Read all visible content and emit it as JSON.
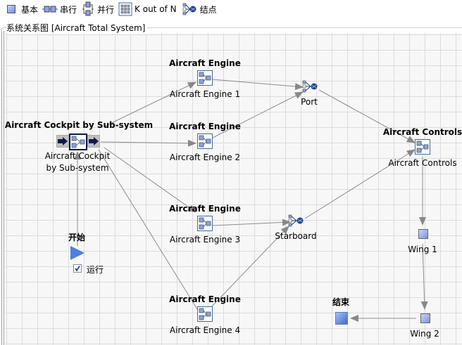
{
  "toolbar": {
    "items": [
      {
        "label": "基本",
        "icon": "basic-block-icon"
      },
      {
        "label": "串行",
        "icon": "series-icon"
      },
      {
        "label": "并行",
        "icon": "parallel-icon"
      },
      {
        "label": "K out of N",
        "icon": "k-out-of-n-icon"
      },
      {
        "label": "结点",
        "icon": "node-icon"
      }
    ]
  },
  "diagram": {
    "group_title": "系统关系图 [Aircraft Total System]",
    "cockpit": {
      "title": "Aircraft Cockpit by Sub-system",
      "label_line1": "Aircraft Cockpit",
      "label_line2": "by Sub-system"
    },
    "engines": [
      {
        "title": "Aircraft Engine",
        "label": "Aircraft Engine 1"
      },
      {
        "title": "Aircraft Engine",
        "label": "Aircraft Engine 2"
      },
      {
        "title": "Aircraft Engine",
        "label": "Aircraft Engine 3"
      },
      {
        "title": "Aircraft Engine",
        "label": "Aircraft Engine 4"
      }
    ],
    "port": {
      "label": "Port"
    },
    "starboard": {
      "label": "Starboard"
    },
    "controls": {
      "title": "Aircraft Controls",
      "label": "Aircraft Controls"
    },
    "wing1": {
      "label": "Wing 1"
    },
    "wing2": {
      "label": "Wing 2"
    },
    "start": {
      "title": "开始",
      "run_label": "运行",
      "run_checked": true
    },
    "end": {
      "title": "结束"
    }
  },
  "colors": {
    "link": "#8c8c8c",
    "block_border": "#3e6aa0",
    "accent": "#4f7fe0"
  }
}
